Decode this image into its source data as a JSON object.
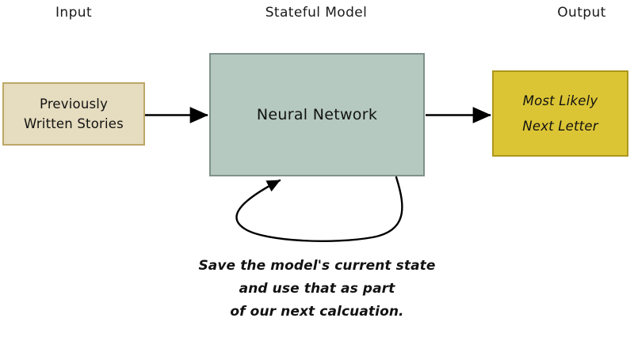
{
  "diagram": {
    "title": "Stateful Model",
    "background_color": "#ffffff",
    "headings": {
      "input": "Input",
      "model": "Stateful Model",
      "output": "Output"
    },
    "nodes": {
      "input": {
        "label_line1": "Previously",
        "label_line2": "Written Stories",
        "fill_color": "#e6dcbf",
        "border_color": "#bda767"
      },
      "model": {
        "label": "Neural Network",
        "fill_color": "#b5c9c0",
        "border_color": "#7f918a"
      },
      "output": {
        "label_line1": "Most Likely",
        "label_line2": "Next Letter",
        "fill_color": "#dcc534",
        "border_color": "#ad971d"
      }
    },
    "edges": {
      "input_to_model": "arrow-right",
      "model_to_output": "arrow-right",
      "model_self_loop": "curved-feedback-arrow",
      "stroke_color": "#000000"
    },
    "caption": {
      "line1": "Save the model's current state",
      "line2": "and use that as part",
      "line3": "of our next calcuation."
    }
  }
}
